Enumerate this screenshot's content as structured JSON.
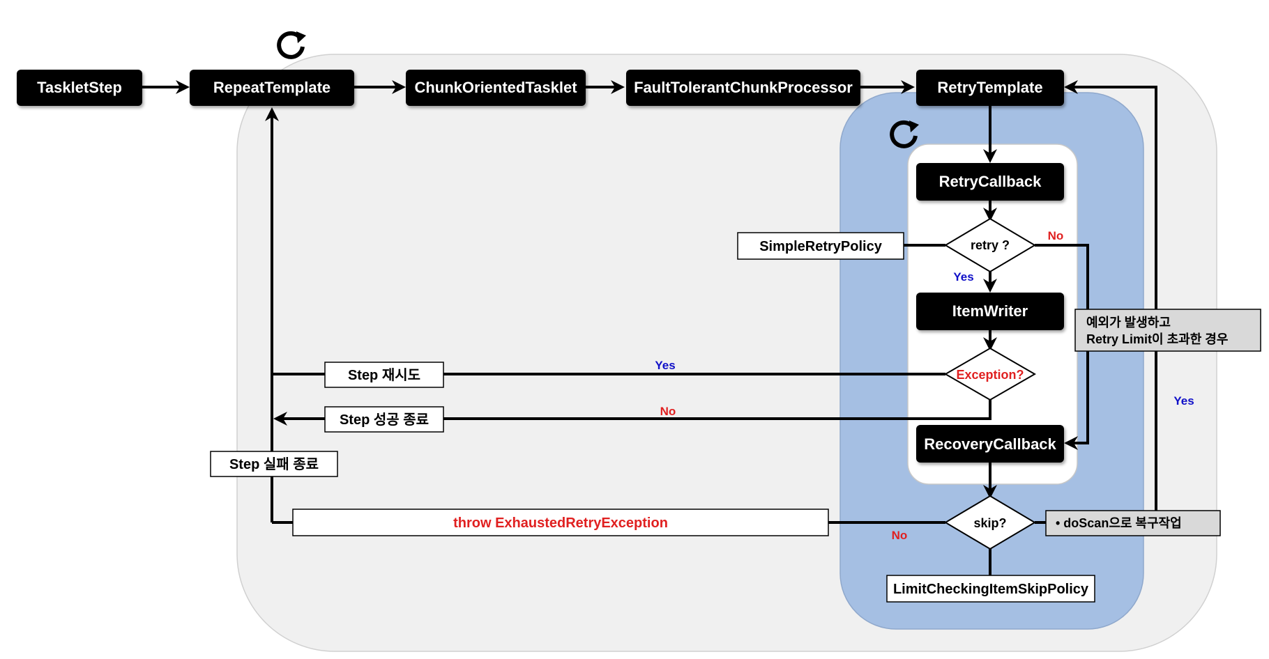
{
  "nodes": {
    "tasklet_step": "TaskletStep",
    "repeat_template": "RepeatTemplate",
    "chunk_oriented_tasklet": "ChunkOrientedTasklet",
    "fault_tolerant_chunk_processor": "FaultTolerantChunkProcessor",
    "retry_template": "RetryTemplate",
    "retry_callback": "RetryCallback",
    "item_writer": "ItemWriter",
    "recovery_callback": "RecoveryCallback"
  },
  "decisions": {
    "retry": "retry ?",
    "exception": "Exception?",
    "skip": "skip?"
  },
  "boxes": {
    "simple_retry_policy": "SimpleRetryPolicy",
    "step_retry": "Step 재시도",
    "step_success": "Step 성공 종료",
    "step_fail": "Step 실패 종료",
    "throw_exhausted": "throw ExhaustedRetryException",
    "limit_checking_policy": "LimitCheckingItemSkipPolicy"
  },
  "notes": {
    "retry_limit_line1": "예외가 발생하고",
    "retry_limit_line2": "Retry Limit이 초과한 경우",
    "doscan": "•   doScan으로 복구작업"
  },
  "edge_labels": {
    "retry_no": "No",
    "retry_yes": "Yes",
    "exception_yes": "Yes",
    "exception_no": "No",
    "skip_no": "No",
    "skip_yes": "Yes"
  },
  "icons": {
    "outer_loop": "refresh-icon",
    "inner_loop": "refresh-icon"
  },
  "colors": {
    "node_fill": "#000000",
    "outer_region": "#f0f0f0",
    "retry_region": "#a5bfe3",
    "label_red": "#e02020",
    "label_blue": "#1010c8",
    "note_fill": "#d9d9d9"
  }
}
